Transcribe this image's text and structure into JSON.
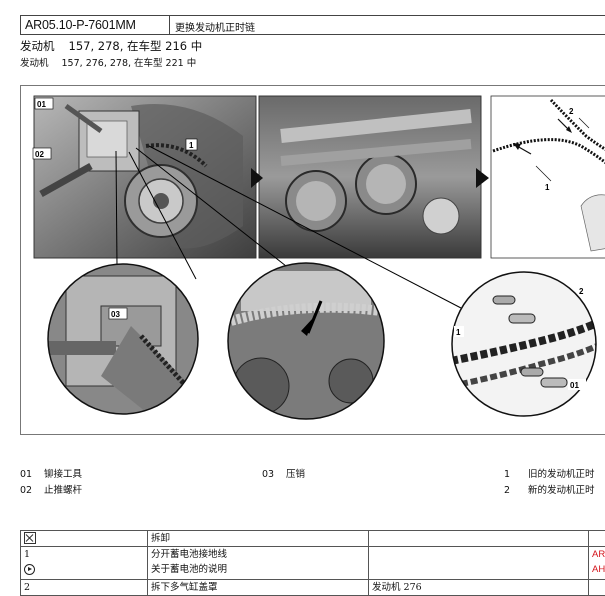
{
  "header": {
    "code": "AR05.10-P-7601MM",
    "title": "更换发动机正时链"
  },
  "engines": [
    {
      "label": "发动机",
      "value": "157, 278, 在车型 216 中"
    },
    {
      "label": "发动机",
      "value": "157, 276, 278, 在车型 221 中"
    }
  ],
  "figure": {
    "callouts": {
      "c01": "01",
      "c02": "02",
      "c1": "1",
      "c03": "03",
      "c2": "2",
      "cb1": "1",
      "cb2": "2",
      "cb01": "01",
      "cr1": "1"
    }
  },
  "legend": [
    {
      "num": "01",
      "text": "铆接工具"
    },
    {
      "num": "02",
      "text": "止推螺杆"
    },
    {
      "num": "03",
      "text": "压销"
    },
    {
      "num": "1",
      "text": "旧的发动机正时"
    },
    {
      "num": "2",
      "text": "新的发动机正时"
    }
  ],
  "table": {
    "header_text": "拆卸",
    "rows": [
      {
        "num": "1",
        "line1": "分开蓄电池接地线",
        "line2": "关于蓄电池的说明",
        "col3": "",
        "ref1": "AR",
        "ref2": "AH"
      },
      {
        "num": "2",
        "line1": "拆下多气缸盖罩",
        "col3": "发动机 276"
      }
    ]
  },
  "colors": {
    "ref_red": "#d4141c",
    "frame": "#777777"
  }
}
